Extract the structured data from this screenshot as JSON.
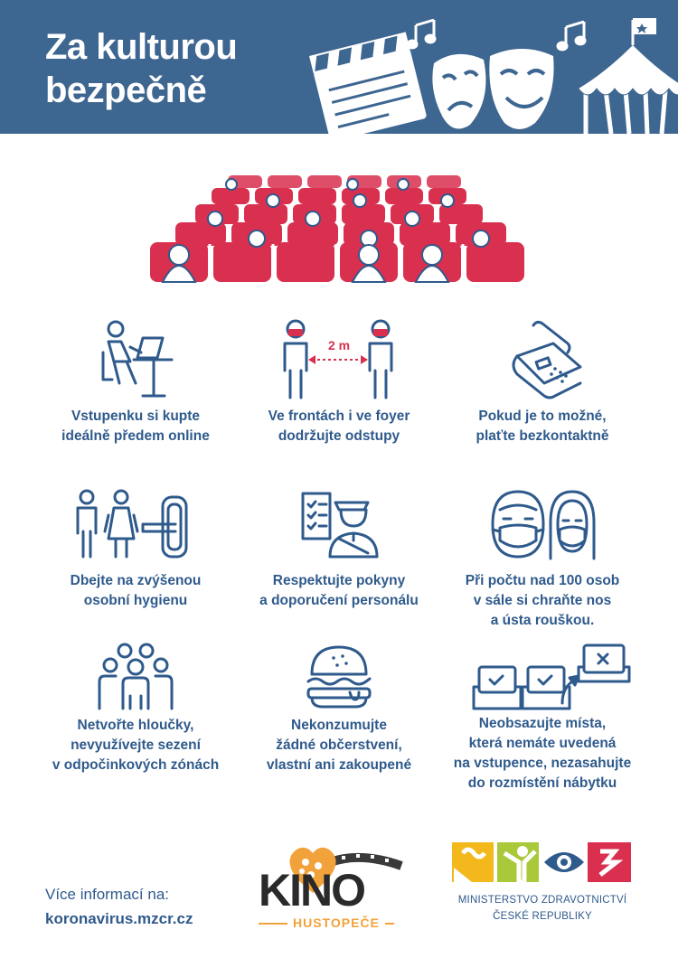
{
  "header": {
    "title": "Za kulturou bezpečně"
  },
  "rules": [
    {
      "text": "Vstupenku si kupte\nideálně předem online",
      "icon": "laptop-user-icon"
    },
    {
      "text": "Ve frontách i ve foyer\ndodržujte odstupy",
      "icon": "distance-icon",
      "distance_label": "2 m"
    },
    {
      "text": "Pokud je to možné,\nplaťte bezkontaktně",
      "icon": "payment-terminal-icon"
    },
    {
      "text": "Dbejte na zvýšenou\nosobní hygienu",
      "icon": "restroom-hygiene-icon"
    },
    {
      "text": "Respektujte pokyny\na doporučení personálu",
      "icon": "staff-checklist-icon"
    },
    {
      "text": "Při počtu nad 100 osob\nv sále si chraňte nos\na ústa rouškou.",
      "icon": "face-mask-icon"
    },
    {
      "text": "Netvořte hloučky,\nnevyužívejte sezení\nv odpočinkových zónách",
      "icon": "group-icon"
    },
    {
      "text": "Nekonzumujte\nžádné občerstvení,\nvlastní ani zakoupené",
      "icon": "burger-icon"
    },
    {
      "text": "Neobsazujte místa,\nkterá nemáte uvedená\nna vstupence, nezasahujte\ndo rozmístění nábytku",
      "icon": "assigned-seats-icon"
    }
  ],
  "footer": {
    "info_label": "Více informací na:",
    "info_url": "koronavirus.mzcr.cz",
    "kino_title": "KINO",
    "kino_subtitle": "HUSTOPEČE",
    "ministry_line1": "MINISTERSTVO ZDRAVOTNICTVÍ",
    "ministry_line2": "ČESKÉ REPUBLIKY"
  },
  "colors": {
    "header_bg": "#3d6690",
    "text": "#2f5a8c",
    "accent_red": "#d9304f",
    "yellow": "#f2b81c",
    "lime": "#a9c93a"
  }
}
